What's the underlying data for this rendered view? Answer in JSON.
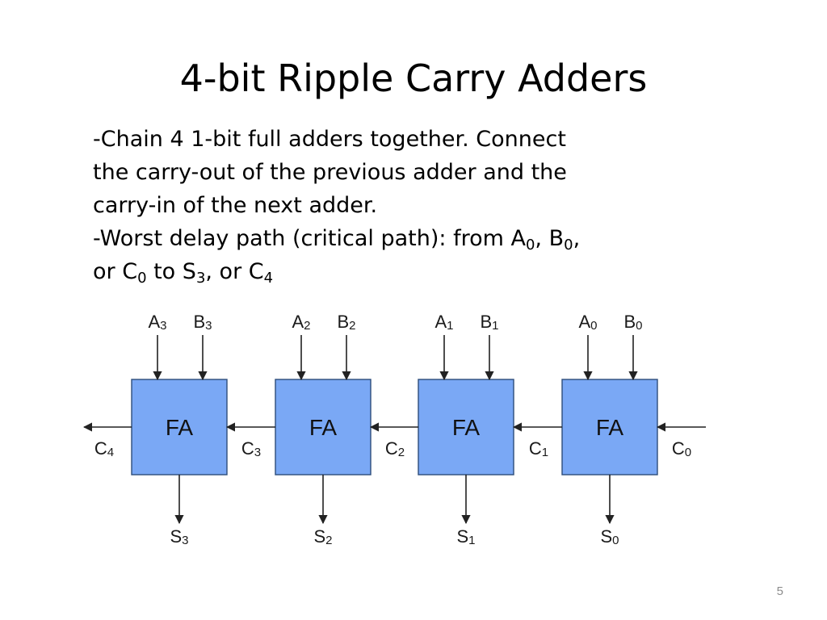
{
  "slide": {
    "title": "4-bit Ripple Carry Adders",
    "bullet1": {
      "line1": "-Chain 4 1-bit full adders together. Connect",
      "line2": "the carry-out of the previous adder and the",
      "line3": "carry-in of the next adder."
    },
    "bullet2": {
      "prefix": "-Worst delay path (critical path): from A",
      "a_sub": "0",
      "comma1": ", B",
      "b_sub": "0",
      "comma2": ",",
      "or_c": "or C",
      "c_sub": "0",
      "to_s": " to S",
      "s_sub": "3",
      "or_c4": ", or C",
      "c4_sub": "4"
    },
    "slide_number": "5"
  },
  "diagram": {
    "block_label": "FA",
    "block_color": "#7aa8f5",
    "stages": [
      {
        "a": "A",
        "a_sub": "3",
        "b": "B",
        "b_sub": "3",
        "s": "S",
        "s_sub": "3"
      },
      {
        "a": "A",
        "a_sub": "2",
        "b": "B",
        "b_sub": "2",
        "s": "S",
        "s_sub": "2"
      },
      {
        "a": "A",
        "a_sub": "1",
        "b": "B",
        "b_sub": "1",
        "s": "S",
        "s_sub": "1"
      },
      {
        "a": "A",
        "a_sub": "0",
        "b": "B",
        "b_sub": "0",
        "s": "S",
        "s_sub": "0"
      }
    ],
    "carries": [
      {
        "c": "C",
        "sub": "4"
      },
      {
        "c": "C",
        "sub": "3"
      },
      {
        "c": "C",
        "sub": "2"
      },
      {
        "c": "C",
        "sub": "1"
      },
      {
        "c": "C",
        "sub": "0"
      }
    ]
  }
}
